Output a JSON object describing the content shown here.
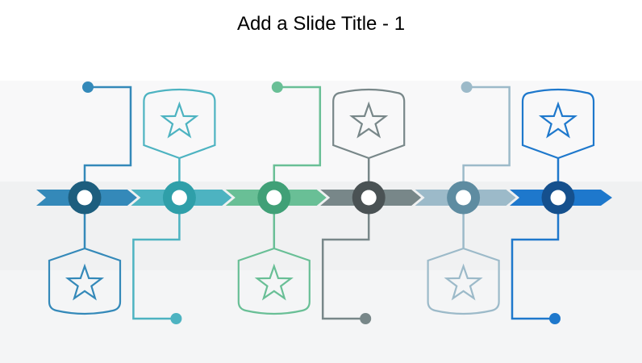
{
  "slide": {
    "title": "Add a Slide Title - 1",
    "title_color": "#000000",
    "background": {
      "bands": [
        {
          "color": "#ffffff"
        },
        {
          "color": "#f8f8f9"
        },
        {
          "color": "#f0f1f2"
        },
        {
          "color": "#f4f5f6"
        }
      ]
    }
  },
  "timeline": {
    "type": "chevron-process-timeline",
    "step_count": 6,
    "node_inner_color": "#ffffff",
    "items": [
      {
        "id": 1,
        "icon": "star",
        "badge_position": "below",
        "marker_position": "above",
        "color": "#3489b9",
        "ring_color": "#1d5e7e"
      },
      {
        "id": 2,
        "icon": "star",
        "badge_position": "above",
        "marker_position": "below",
        "color": "#4db3c1",
        "ring_color": "#2f9fa9"
      },
      {
        "id": 3,
        "icon": "star",
        "badge_position": "below",
        "marker_position": "above",
        "color": "#69bf96",
        "ring_color": "#40a077"
      },
      {
        "id": 4,
        "icon": "star",
        "badge_position": "above",
        "marker_position": "below",
        "color": "#788789",
        "ring_color": "#4a5254"
      },
      {
        "id": 5,
        "icon": "star",
        "badge_position": "below",
        "marker_position": "above",
        "color": "#9cbac9",
        "ring_color": "#5e8ca1"
      },
      {
        "id": 6,
        "icon": "star",
        "badge_position": "above",
        "marker_position": "below",
        "color": "#1e78cc",
        "ring_color": "#15508d"
      }
    ]
  }
}
